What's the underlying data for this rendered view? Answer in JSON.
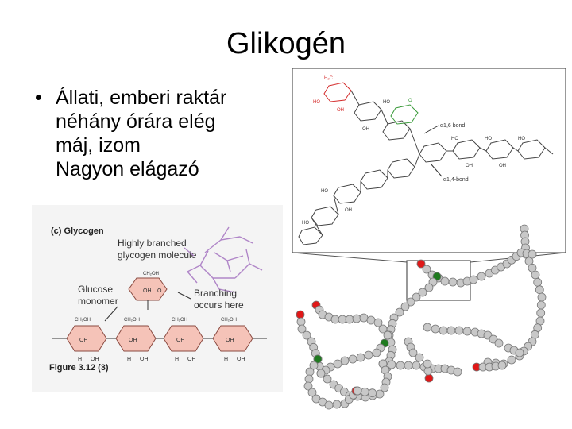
{
  "slide": {
    "title": "Glikogén",
    "bullets": [
      {
        "marker": "•",
        "text": "Állati, emberi raktár"
      },
      {
        "marker": "",
        "text": "néhány órára elég"
      },
      {
        "marker": "",
        "text": "máj, izom"
      },
      {
        "marker": "",
        "text": "Nagyon elágazó"
      }
    ]
  },
  "left_figure": {
    "panel_label": "(c) Glycogen",
    "callout_branched": [
      "Highly branched",
      "glycogen molecule"
    ],
    "callout_monomer": [
      "Glucose",
      "monomer"
    ],
    "callout_branching": [
      "Branching",
      "occurs here"
    ],
    "ring_labels": {
      "ch2oh": "CH₂OH",
      "h": "H",
      "oh": "OH",
      "o": "O"
    },
    "caption": "Figure 3.12 (3)",
    "colors": {
      "ring_fill": "#f5c3b8",
      "ring_stroke": "#8a4a40",
      "callout_text": "#333333"
    }
  },
  "right_figure": {
    "bond_16": "α1,6 bond",
    "bond_14": "α1,4-bond",
    "atom_labels": {
      "ho": "HO",
      "oh": "OH",
      "o": "O",
      "h2c": "H₂C"
    },
    "colors": {
      "chain_fill": "#c8c8c8",
      "chain_stroke": "#777777",
      "red_end": "#e01818",
      "green_branch": "#1f7a1f",
      "red_ring": "#d42a2a",
      "green_ring": "#3a9a3a"
    }
  }
}
